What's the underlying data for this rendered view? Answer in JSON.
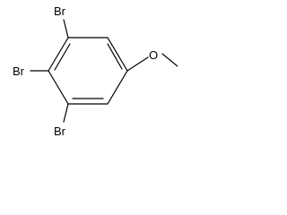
{
  "labels": {
    "br_top": "Br",
    "br_middle": "Br",
    "br_bottom": "Br",
    "oxygen": "O"
  }
}
